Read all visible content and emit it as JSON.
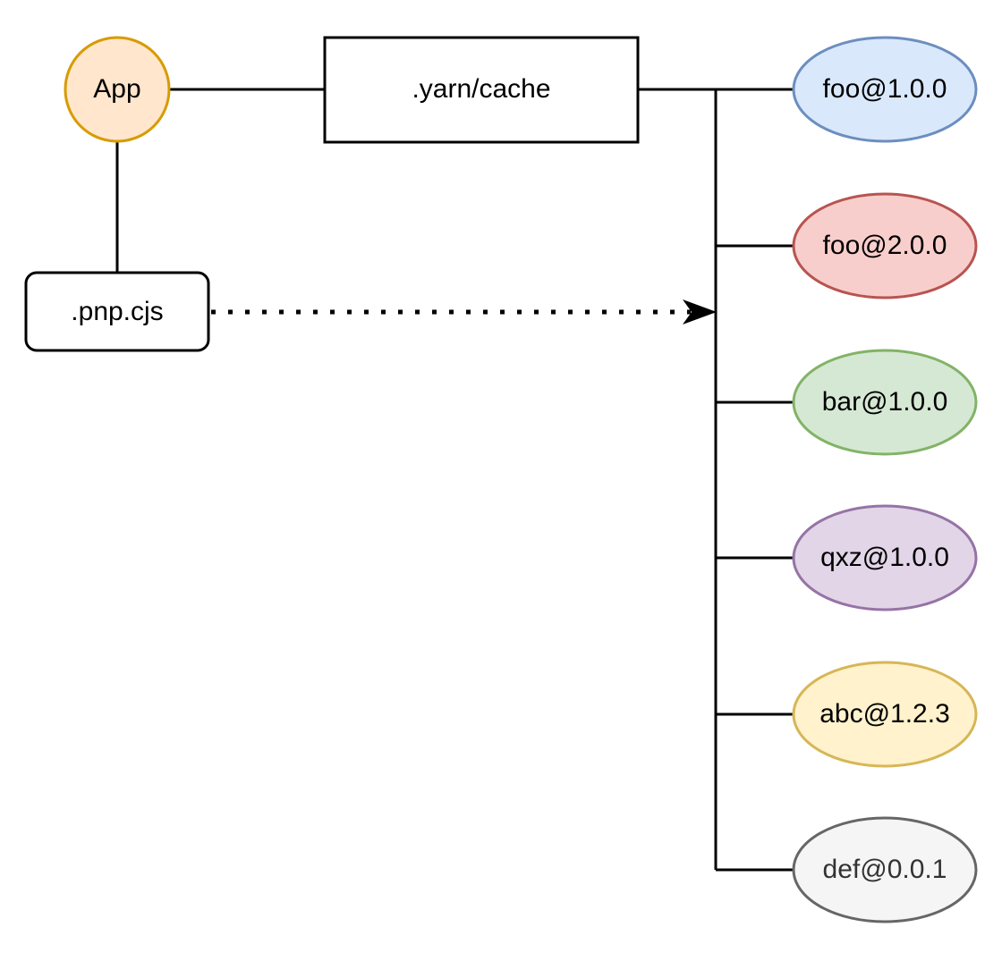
{
  "nodes": {
    "app": {
      "label": "App",
      "fill": "#ffe6cc",
      "stroke": "#d79b00"
    },
    "cache": {
      "label": ".yarn/cache",
      "fill": "#ffffff",
      "stroke": "#000000"
    },
    "pnp": {
      "label": ".pnp.cjs",
      "fill": "#ffffff",
      "stroke": "#000000"
    },
    "packages": [
      {
        "label": "foo@1.0.0",
        "fill": "#dae8fc",
        "stroke": "#6c8ebf"
      },
      {
        "label": "foo@2.0.0",
        "fill": "#f8cecc",
        "stroke": "#b85450"
      },
      {
        "label": "bar@1.0.0",
        "fill": "#d5e8d4",
        "stroke": "#82b366"
      },
      {
        "label": "qxz@1.0.0",
        "fill": "#e1d5e7",
        "stroke": "#9673a6"
      },
      {
        "label": "abc@1.2.3",
        "fill": "#fff2cc",
        "stroke": "#d6b656"
      },
      {
        "label": "def@0.0.1",
        "fill": "#f5f5f5",
        "stroke": "#666666"
      }
    ]
  },
  "edges": [
    {
      "from": "app",
      "to": "cache",
      "style": "solid"
    },
    {
      "from": "app",
      "to": "pnp",
      "style": "solid"
    },
    {
      "from": "pnp",
      "to": "cache-bus",
      "style": "dotted-arrow"
    },
    {
      "from": "cache",
      "to": "packages",
      "style": "solid-bus"
    }
  ]
}
